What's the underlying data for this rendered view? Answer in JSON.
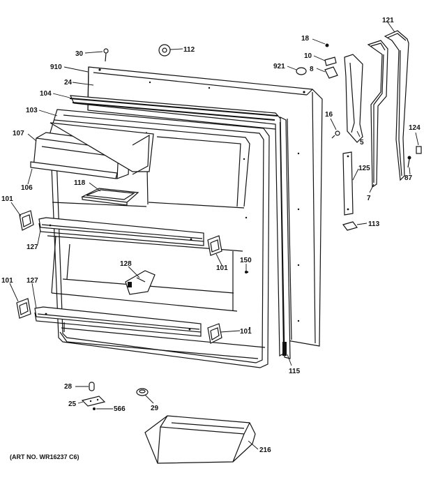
{
  "labels": {
    "p30": "30",
    "p112": "112",
    "p910": "910",
    "p24": "24",
    "p104": "104",
    "p103": "103",
    "p107": "107",
    "p106": "106",
    "p118": "118",
    "p101a": "101",
    "p127a": "127",
    "p101b": "101",
    "p128": "128",
    "p150": "150",
    "p101c": "101",
    "p127b": "127",
    "p101d": "101",
    "p115": "115",
    "p28": "28",
    "p25": "25",
    "p566": "566",
    "p29": "29",
    "p216": "216",
    "p18": "18",
    "p10": "10",
    "p921": "921",
    "p8": "8",
    "p16": "16",
    "p5": "5",
    "p121": "121",
    "p124": "124",
    "p87": "87",
    "p7": "7",
    "p125": "125",
    "p113": "113"
  },
  "art_number": "(ART NO. WR16237 C6)"
}
